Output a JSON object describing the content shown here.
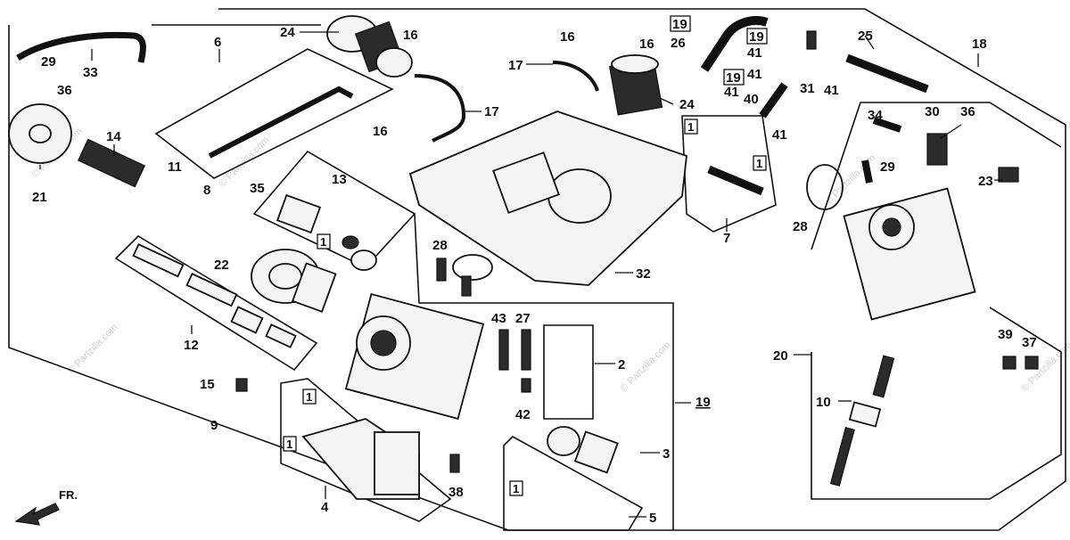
{
  "diagram": {
    "watermark": "© Partzilla.com",
    "direction_label": "FR.",
    "labels": {
      "p1": "1",
      "p2": "2",
      "p3": "3",
      "p4": "4",
      "p5": "5",
      "p6": "6",
      "p7": "7",
      "p8": "8",
      "p9": "9",
      "p10": "10",
      "p11": "11",
      "p12": "12",
      "p13": "13",
      "p14": "14",
      "p15": "15",
      "p16": "16",
      "p17": "17",
      "p18": "18",
      "p19": "19",
      "p20": "20",
      "p21": "21",
      "p22": "22",
      "p23": "23",
      "p24": "24",
      "p25": "25",
      "p26": "26",
      "p27": "27",
      "p28": "28",
      "p29": "29",
      "p30": "30",
      "p31": "31",
      "p32": "32",
      "p33": "33",
      "p34": "34",
      "p35": "35",
      "p36": "36",
      "p37": "37",
      "p38": "38",
      "p39": "39",
      "p40": "40",
      "p41": "41",
      "p42": "42",
      "p43": "43"
    }
  }
}
